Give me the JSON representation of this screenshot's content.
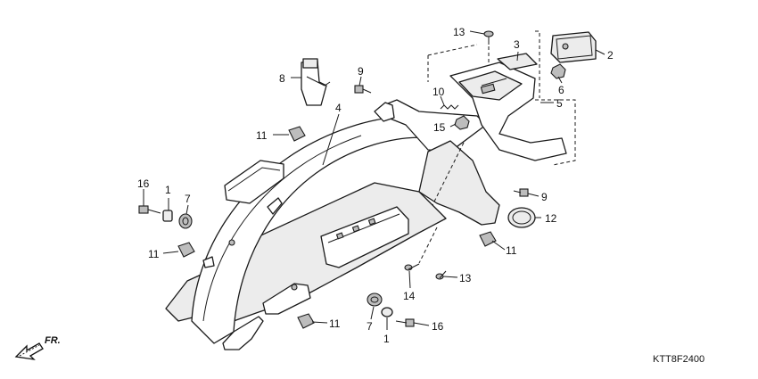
{
  "diagram": {
    "callouts": [
      "13",
      "3",
      "2",
      "8",
      "9",
      "6",
      "10",
      "5",
      "4",
      "15",
      "11",
      "16",
      "1",
      "7",
      "9",
      "12",
      "11",
      "11",
      "14",
      "13",
      "11",
      "7",
      "1",
      "16"
    ],
    "direction_label": "FR.",
    "figure_code": "KTT8F2400"
  }
}
